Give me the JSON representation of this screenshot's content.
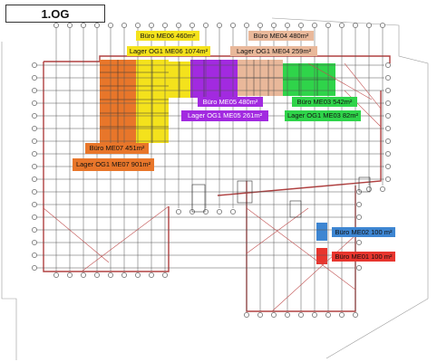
{
  "floor_label": "1.OG",
  "colors": {
    "orange": "#e8762a",
    "yellow": "#f4e21c",
    "purple": "#a22ae0",
    "salmon": "#e9b89a",
    "green": "#2fd44a",
    "blue": "#3e86d2",
    "red": "#e8352e",
    "wall": "#b04040",
    "grid": "#444444"
  },
  "labels": {
    "me06_office": "Büro ME06 460m²",
    "me06_storage": "Lager OG1 ME06 1074m²",
    "me04_office": "Büro ME04 480m²",
    "me04_storage": "Lager OG1 ME04 259m²",
    "me05_office": "Büro ME05 480m²",
    "me05_storage": "Lager OG1 ME05 261m²",
    "me03_office": "Büro ME03 542m²",
    "me03_storage": "Lager OG1 ME03 82m²",
    "me07_office": "Büro ME07 451m²",
    "me07_storage": "Lager OG1 ME07 901m²",
    "me02_office": "Büro ME02 100 m²",
    "me01_office": "Büro ME01 100 m²"
  }
}
